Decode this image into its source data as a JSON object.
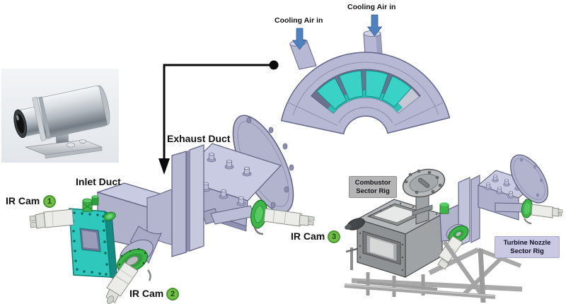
{
  "figure": {
    "labels": {
      "cooling_air_left": "Cooling Air in",
      "cooling_air_right": "Cooling Air in",
      "exhaust_duct": "Exhaust Duct",
      "inlet_duct": "Inlet Duct"
    },
    "ir_cams": [
      {
        "label": "IR Cam",
        "number": "1"
      },
      {
        "label": "IR Cam",
        "number": "2"
      },
      {
        "label": "IR Cam",
        "number": "3"
      }
    ],
    "callouts": {
      "combustor": {
        "line1": "Combustor",
        "line2": "Sector Rig"
      },
      "turbine": {
        "line1": "Turbine Nozzle",
        "line2": "Sector Rig"
      }
    },
    "colors": {
      "cad_lavender": "#b7b9d4",
      "cad_lavender_light": "#c9cbe2",
      "cad_lavender_dark": "#9a9cbc",
      "vane_teal": "#3ad2c6",
      "flange_teal": "#2fc8bd",
      "fitting_green": "#3db549",
      "badge_green": "#72bf44",
      "cooling_arrow_blue": "#4e81bd",
      "annotation_black": "#0a0a0a",
      "combustor_callout_bg": "#b5b5b5",
      "turbine_callout_bg": "#c9c9e3"
    }
  }
}
